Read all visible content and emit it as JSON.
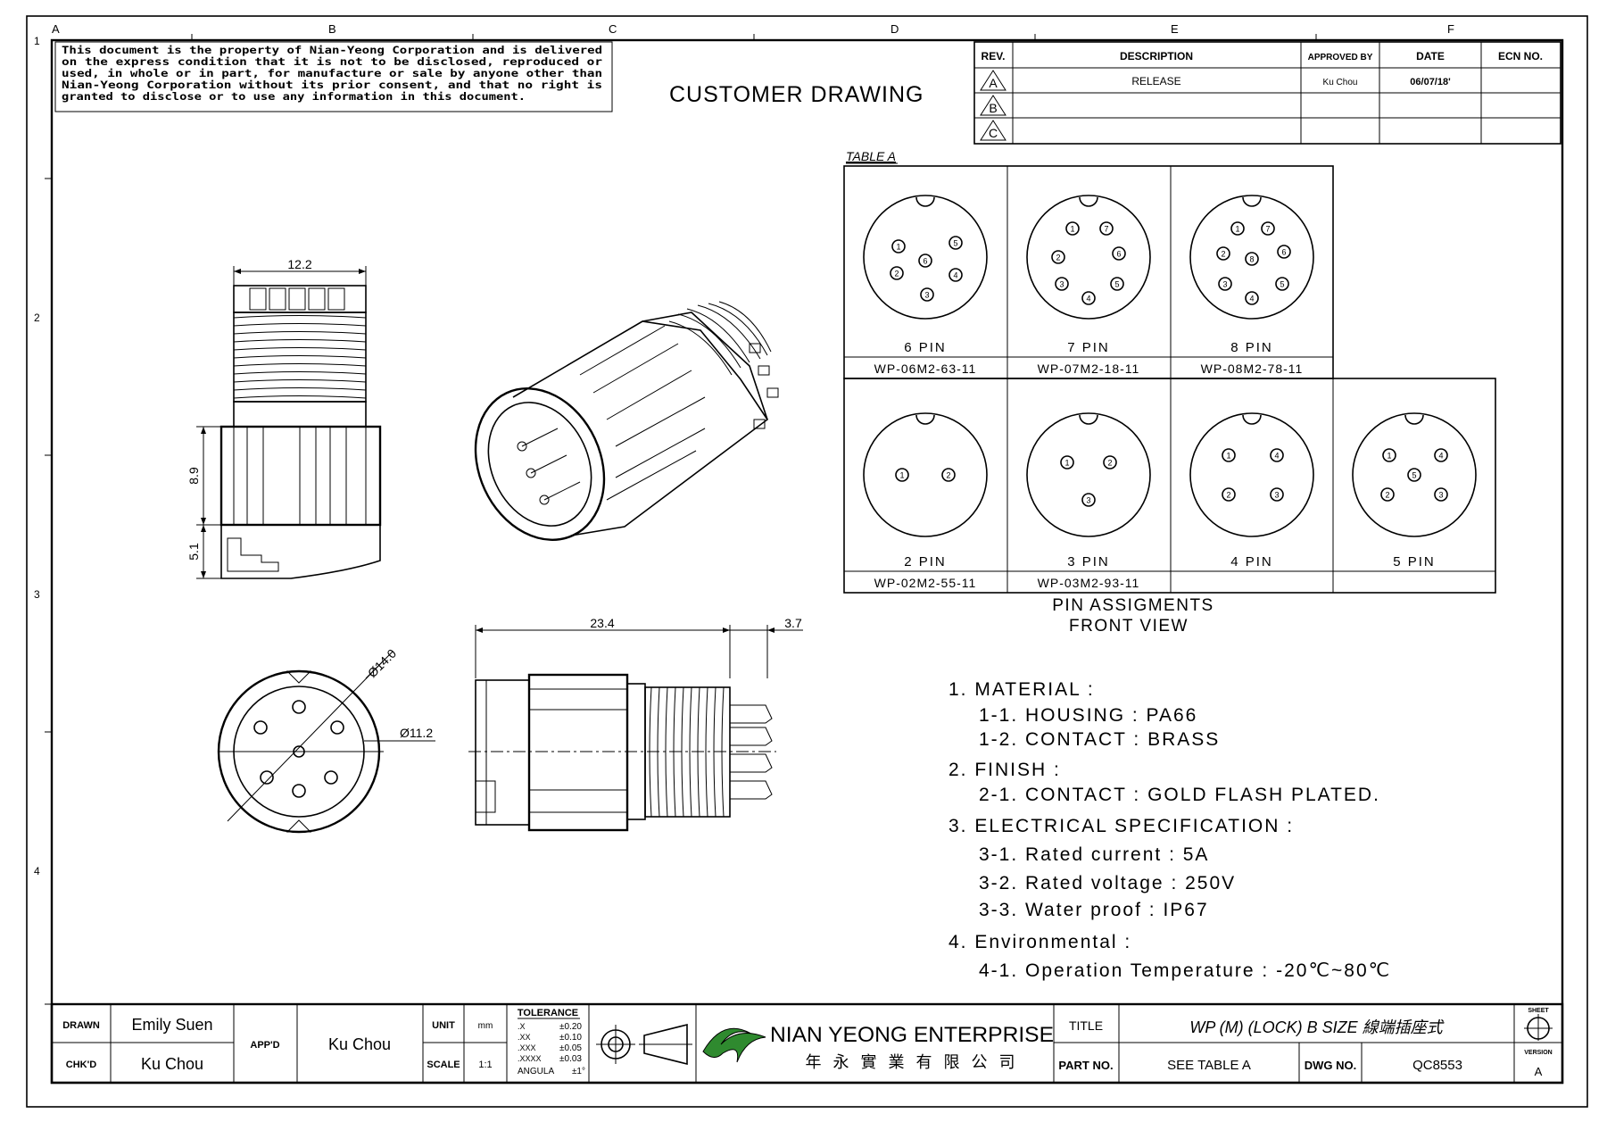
{
  "notice": [
    "This document is the property of Nian-Yeong Corporation and is delivered",
    "on the express condition that it is not to be disclosed, reproduced or",
    "used, in whole or in part, for manufacture or sale by anyone other than",
    "Nian-Yeong Corporation without its prior consent, and that no right is",
    "granted to disclose or to use any information in this document."
  ],
  "drawing_title": "CUSTOMER DRAWING",
  "zones": {
    "cols": [
      "A",
      "B",
      "C",
      "D",
      "E",
      "F"
    ],
    "rows": [
      "1",
      "2",
      "3",
      "4"
    ]
  },
  "revision": {
    "headers": [
      "REV.",
      "DESCRIPTION",
      "APPROVED BY",
      "DATE",
      "ECN NO."
    ],
    "rows": [
      {
        "rev": "A",
        "description": "RELEASE",
        "approved": "Ku Chou",
        "date": "06/07/18'",
        "ecn": ""
      },
      {
        "rev": "B",
        "description": "",
        "approved": "",
        "date": "",
        "ecn": ""
      },
      {
        "rev": "C",
        "description": "",
        "approved": "",
        "date": "",
        "ecn": ""
      }
    ]
  },
  "table_a": {
    "title": "TABLE A",
    "top_row": [
      {
        "pins": "6 PIN",
        "part": "WP-06M2-63-11"
      },
      {
        "pins": "7 PIN",
        "part": "WP-07M2-18-11"
      },
      {
        "pins": "8 PIN",
        "part": "WP-08M2-78-11"
      }
    ],
    "bottom_row": [
      {
        "pins": "2 PIN",
        "part": "WP-02M2-55-11"
      },
      {
        "pins": "3 PIN",
        "part": "WP-03M2-93-11"
      },
      {
        "pins": "4 PIN",
        "part": ""
      },
      {
        "pins": "5 PIN",
        "part": ""
      }
    ],
    "caption": [
      "PIN ASSIGMENTS",
      "FRONT VIEW"
    ]
  },
  "dimensions": {
    "width_top": "12.2",
    "height_a": "8.9",
    "height_b": "5.1",
    "dia_outer": "Ø14.0",
    "dia_inner": "Ø11.2",
    "length": "23.4",
    "length_b": "3.7"
  },
  "notes": [
    "1. MATERIAL :",
    "1-1. HOUSING : PA66",
    "1-2. CONTACT : BRASS",
    "2. FINISH :",
    "2-1. CONTACT : GOLD FLASH PLATED.",
    "3. ELECTRICAL SPECIFICATION :",
    "3-1. Rated current : 5A",
    "3-2. Rated voltage : 250V",
    "3-3. Water proof : IP67",
    "4. Environmental :",
    "4-1. Operation Temperature : -20℃~80℃"
  ],
  "title_block": {
    "drawn_label": "DRAWN",
    "drawn_value": "Emily Suen",
    "chkd_label": "CHK'D",
    "chkd_value": "Ku Chou",
    "appd_label": "APP'D",
    "appd_value": "Ku Chou",
    "unit_label": "UNIT",
    "unit_value": "mm",
    "scale_label": "SCALE",
    "scale_value": "1:1",
    "tolerance_title": "TOLERANCE",
    "tolerance": [
      {
        "k": ".X",
        "v": "±0.20"
      },
      {
        "k": ".XX",
        "v": "±0.10"
      },
      {
        "k": ".XXX",
        "v": "±0.05"
      },
      {
        "k": ".XXXX",
        "v": "±0.03"
      },
      {
        "k": "ANGULA",
        "v": "±1°"
      }
    ],
    "company_en": "NIAN YEONG ENTERPRISE",
    "company_zh": "年 永 實 業 有 限 公 司",
    "title_label": "TITLE",
    "title_value": "WP (M) (LOCK) B SIZE 線端插座式",
    "partno_label": "PART NO.",
    "partno_value": "SEE TABLE A",
    "dwgno_label": "DWG NO.",
    "dwgno_value": "QC8553",
    "sheet_label": "SHEET",
    "version_label": "VERSION",
    "version_value": "A"
  },
  "colors": {
    "logo_green": "#2f8a2f",
    "ink": "#000000"
  }
}
